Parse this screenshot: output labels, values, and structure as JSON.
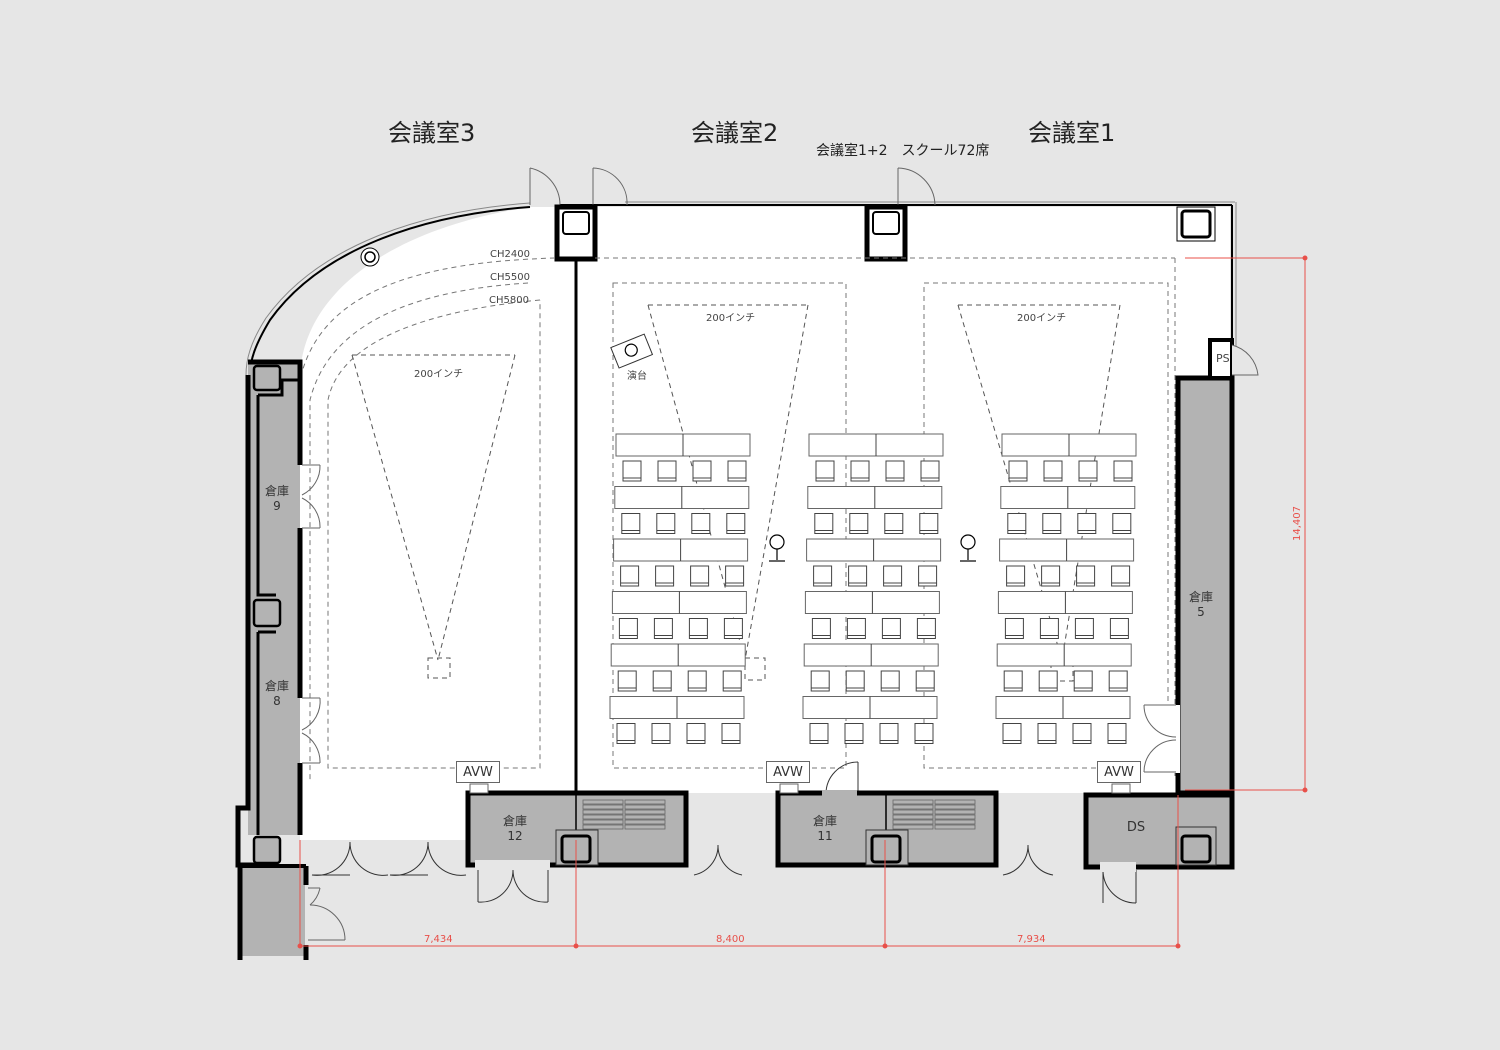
{
  "rooms": {
    "room3": "会議室3",
    "room2": "会議室2",
    "room1": "会議室1",
    "combined_note": "会議室1+2　スクール72席"
  },
  "ceiling_heights": [
    "CH2400",
    "CH5500",
    "CH5800"
  ],
  "screens": {
    "room3": "200インチ",
    "room2": "200インチ",
    "room1": "200インチ"
  },
  "podium": {
    "label": "演台",
    "icon": "mic-icon"
  },
  "storage": {
    "s9": {
      "name": "倉庫",
      "num": "9"
    },
    "s8": {
      "name": "倉庫",
      "num": "8"
    },
    "s5": {
      "name": "倉庫",
      "num": "5"
    },
    "s12": {
      "name": "倉庫",
      "num": "12"
    },
    "s11": {
      "name": "倉庫",
      "num": "11"
    }
  },
  "utility": {
    "ps": "PS",
    "ds": "DS"
  },
  "avw": [
    "AVW",
    "AVW",
    "AVW"
  ],
  "dimensions": {
    "width_room3": "7,434",
    "width_room2": "8,400",
    "width_room1": "7,934",
    "depth": "14,407"
  },
  "colors": {
    "background": "#e6e6e6",
    "wall": "#000000",
    "storage_fill": "#b3b3b3",
    "dimension": "#e8504a"
  }
}
